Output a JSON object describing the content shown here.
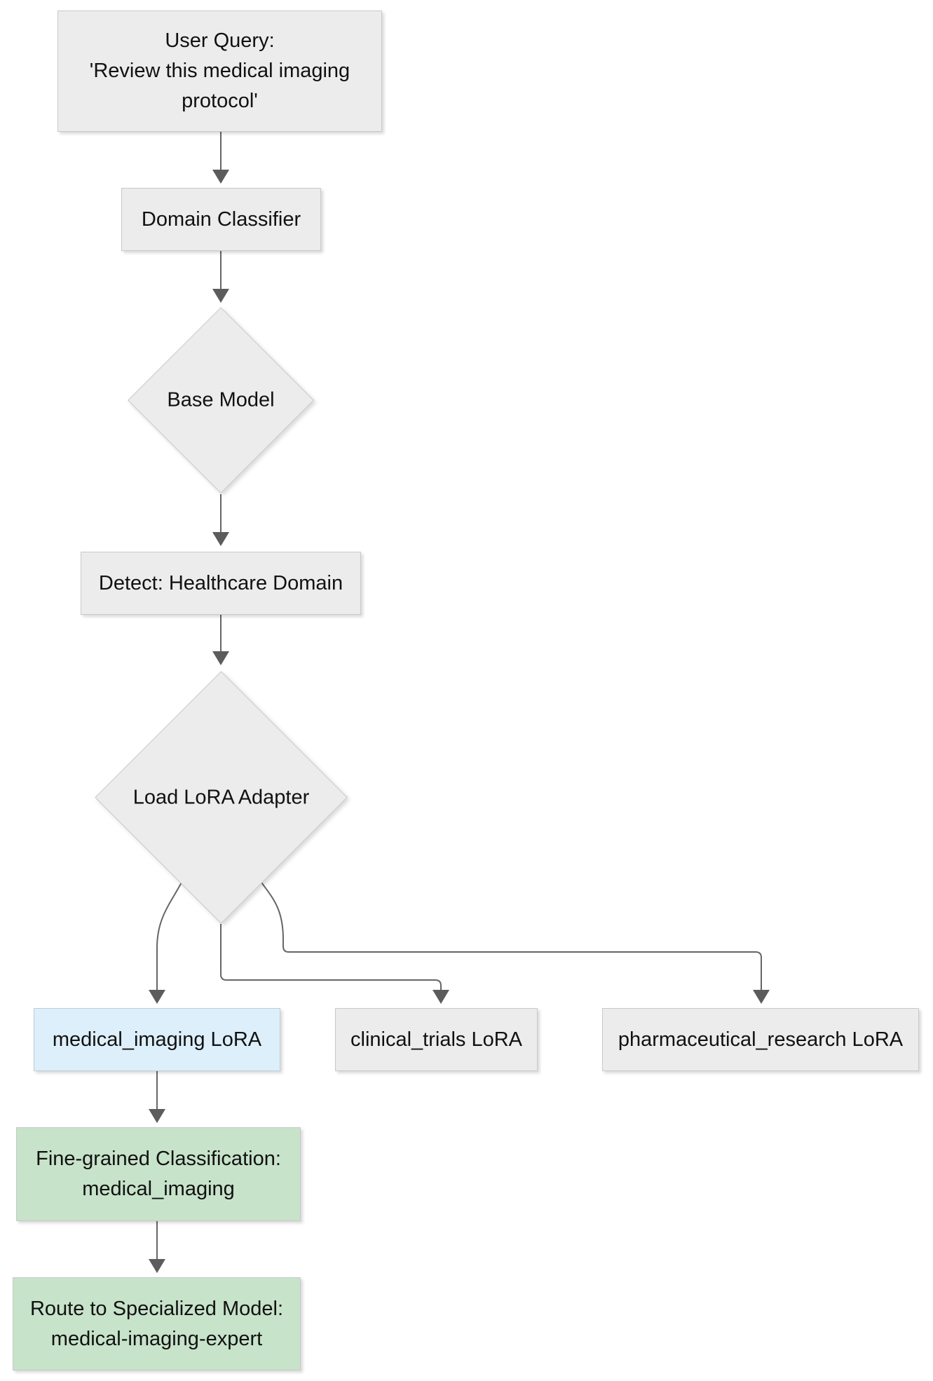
{
  "colors": {
    "node-fill": "#ececec",
    "node-border": "#c9c9c9",
    "blue-fill": "#ddeffa",
    "blue-border": "#bccfda",
    "green-fill": "#c7e3ca",
    "green-border": "#c9c9c9",
    "edge-color": "#666666",
    "arrow-fill": "#5c5c5c",
    "text-color": "#111111",
    "background": "#ffffff"
  },
  "diagram": {
    "type": "flowchart-top-down",
    "nodes": {
      "user_query": {
        "shape": "rectangle",
        "line1": "User Query:",
        "line2": "'Review this medical imaging",
        "line3": "protocol'"
      },
      "domain_classifier": {
        "shape": "rectangle",
        "label": "Domain Classifier"
      },
      "base_model": {
        "shape": "diamond",
        "label": "Base Model"
      },
      "detect_healthcare": {
        "shape": "rectangle",
        "label": "Detect: Healthcare Domain"
      },
      "load_adapter": {
        "shape": "diamond",
        "label": "Load LoRA Adapter"
      },
      "medical_imaging_lora": {
        "shape": "rectangle",
        "highlight": "blue",
        "label": "medical_imaging LoRA"
      },
      "clinical_trials_lora": {
        "shape": "rectangle",
        "label": "clinical_trials LoRA"
      },
      "pharmaceutical_research_lora": {
        "shape": "rectangle",
        "label": "pharmaceutical_research LoRA"
      },
      "fine_grained_classification": {
        "shape": "rectangle",
        "highlight": "green",
        "line1": "Fine-grained Classification:",
        "line2": "medical_imaging"
      },
      "route_specialized_model": {
        "shape": "rectangle",
        "highlight": "green",
        "line1": "Route to Specialized Model:",
        "line2": "medical-imaging-expert"
      }
    },
    "edges": [
      {
        "from": "user_query",
        "to": "domain_classifier"
      },
      {
        "from": "domain_classifier",
        "to": "base_model"
      },
      {
        "from": "base_model",
        "to": "detect_healthcare"
      },
      {
        "from": "detect_healthcare",
        "to": "load_adapter"
      },
      {
        "from": "load_adapter",
        "to": "medical_imaging_lora"
      },
      {
        "from": "load_adapter",
        "to": "clinical_trials_lora"
      },
      {
        "from": "load_adapter",
        "to": "pharmaceutical_research_lora"
      },
      {
        "from": "medical_imaging_lora",
        "to": "fine_grained_classification"
      },
      {
        "from": "fine_grained_classification",
        "to": "route_specialized_model"
      }
    ]
  }
}
